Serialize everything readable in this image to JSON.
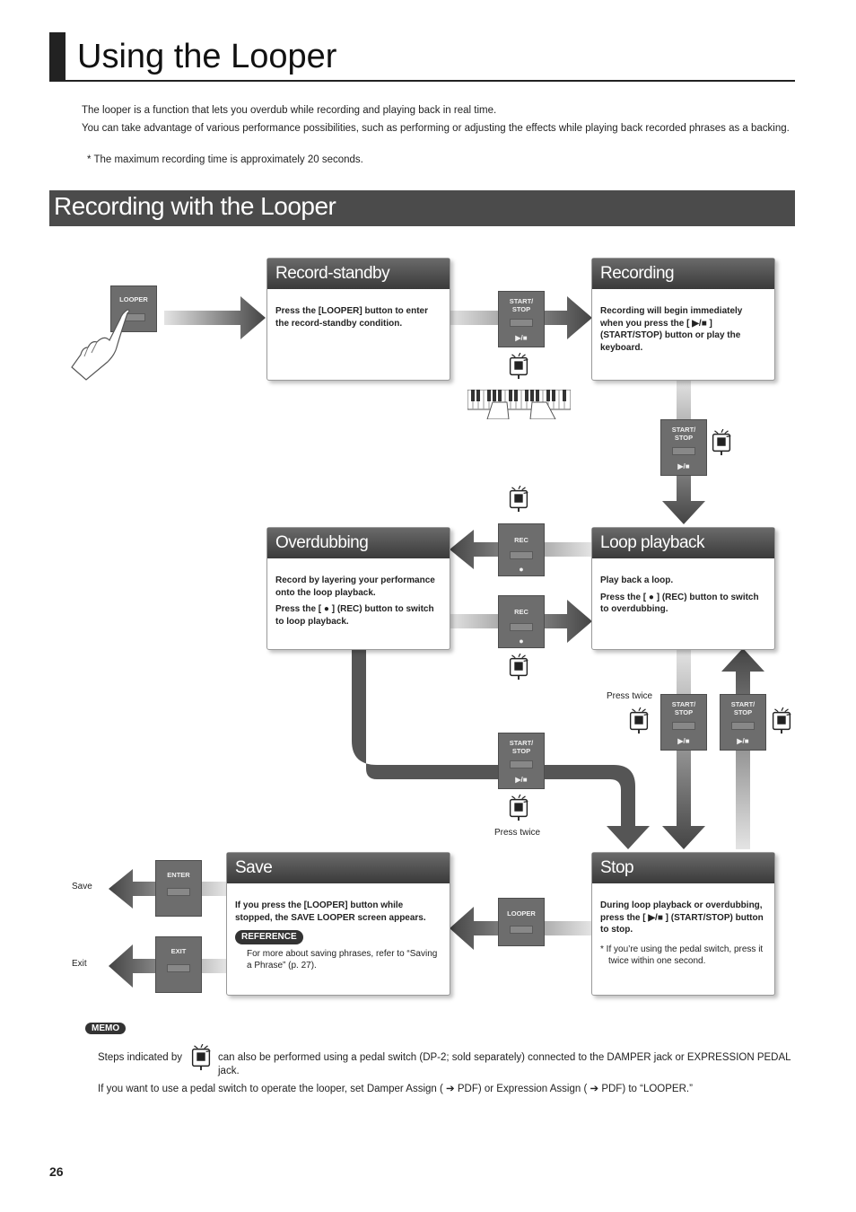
{
  "header": {
    "title": "Using the Looper",
    "intro_1": "The looper is a function that lets you overdub while recording and playing back in real time.",
    "intro_2": "You can take advantage of various performance possibilities, such as performing or adjusting the effects while playing back recorded phrases as a backing.",
    "note": "*  The maximum recording time is approximately 20 seconds."
  },
  "section": {
    "title": "Recording with the Looper"
  },
  "boxes": {
    "record_standby": {
      "title": "Record-standby",
      "text": "Press the [LOOPER] button to enter the record-standby condition."
    },
    "recording": {
      "title": "Recording",
      "text": "Recording will begin immediately when you press the [ ▶/■ ] (START/STOP) button or play the keyboard."
    },
    "overdubbing": {
      "title": "Overdubbing",
      "text_1": "Record by layering your performance onto the loop playback.",
      "text_2": "Press the [ ● ] (REC) button to switch to loop playback."
    },
    "loop_playback": {
      "title": "Loop playback",
      "text_1": "Play back a loop.",
      "text_2": "Press the [ ● ] (REC) button to switch to overdubbing."
    },
    "save": {
      "title": "Save",
      "text": "If you press the [LOOPER] button while stopped, the SAVE LOOPER screen appears.",
      "reference_badge": "REFERENCE",
      "reference_text": "For more about saving phrases, refer to “Saving a Phrase” (p. 27)."
    },
    "stop": {
      "title": "Stop",
      "text": "During loop playback or overdubbing, press the [ ▶/■ ] (START/STOP) button to stop.",
      "note": "*  If you’re using the pedal switch, press it twice within one second."
    }
  },
  "buttons": {
    "looper": "LOOPER",
    "start_stop": "START/\nSTOP",
    "play_stop_symbol": "▶/■",
    "rec": "REC",
    "rec_symbol": "●",
    "enter": "ENTER",
    "exit": "EXIT"
  },
  "labels": {
    "press_twice": "Press twice",
    "save": "Save",
    "exit": "Exit"
  },
  "memo": {
    "badge": "MEMO",
    "text_1a": "Steps indicated by",
    "text_1b": "can also be performed using a pedal switch (DP-2; sold separately) connected to the DAMPER jack or EXPRESSION PEDAL jack.",
    "text_2": "If you want to use a pedal switch to operate the looper, set Damper Assign ( ➔ PDF) or Expression Assign ( ➔ PDF) to “LOOPER.”"
  },
  "footer": {
    "page_number": "26"
  }
}
